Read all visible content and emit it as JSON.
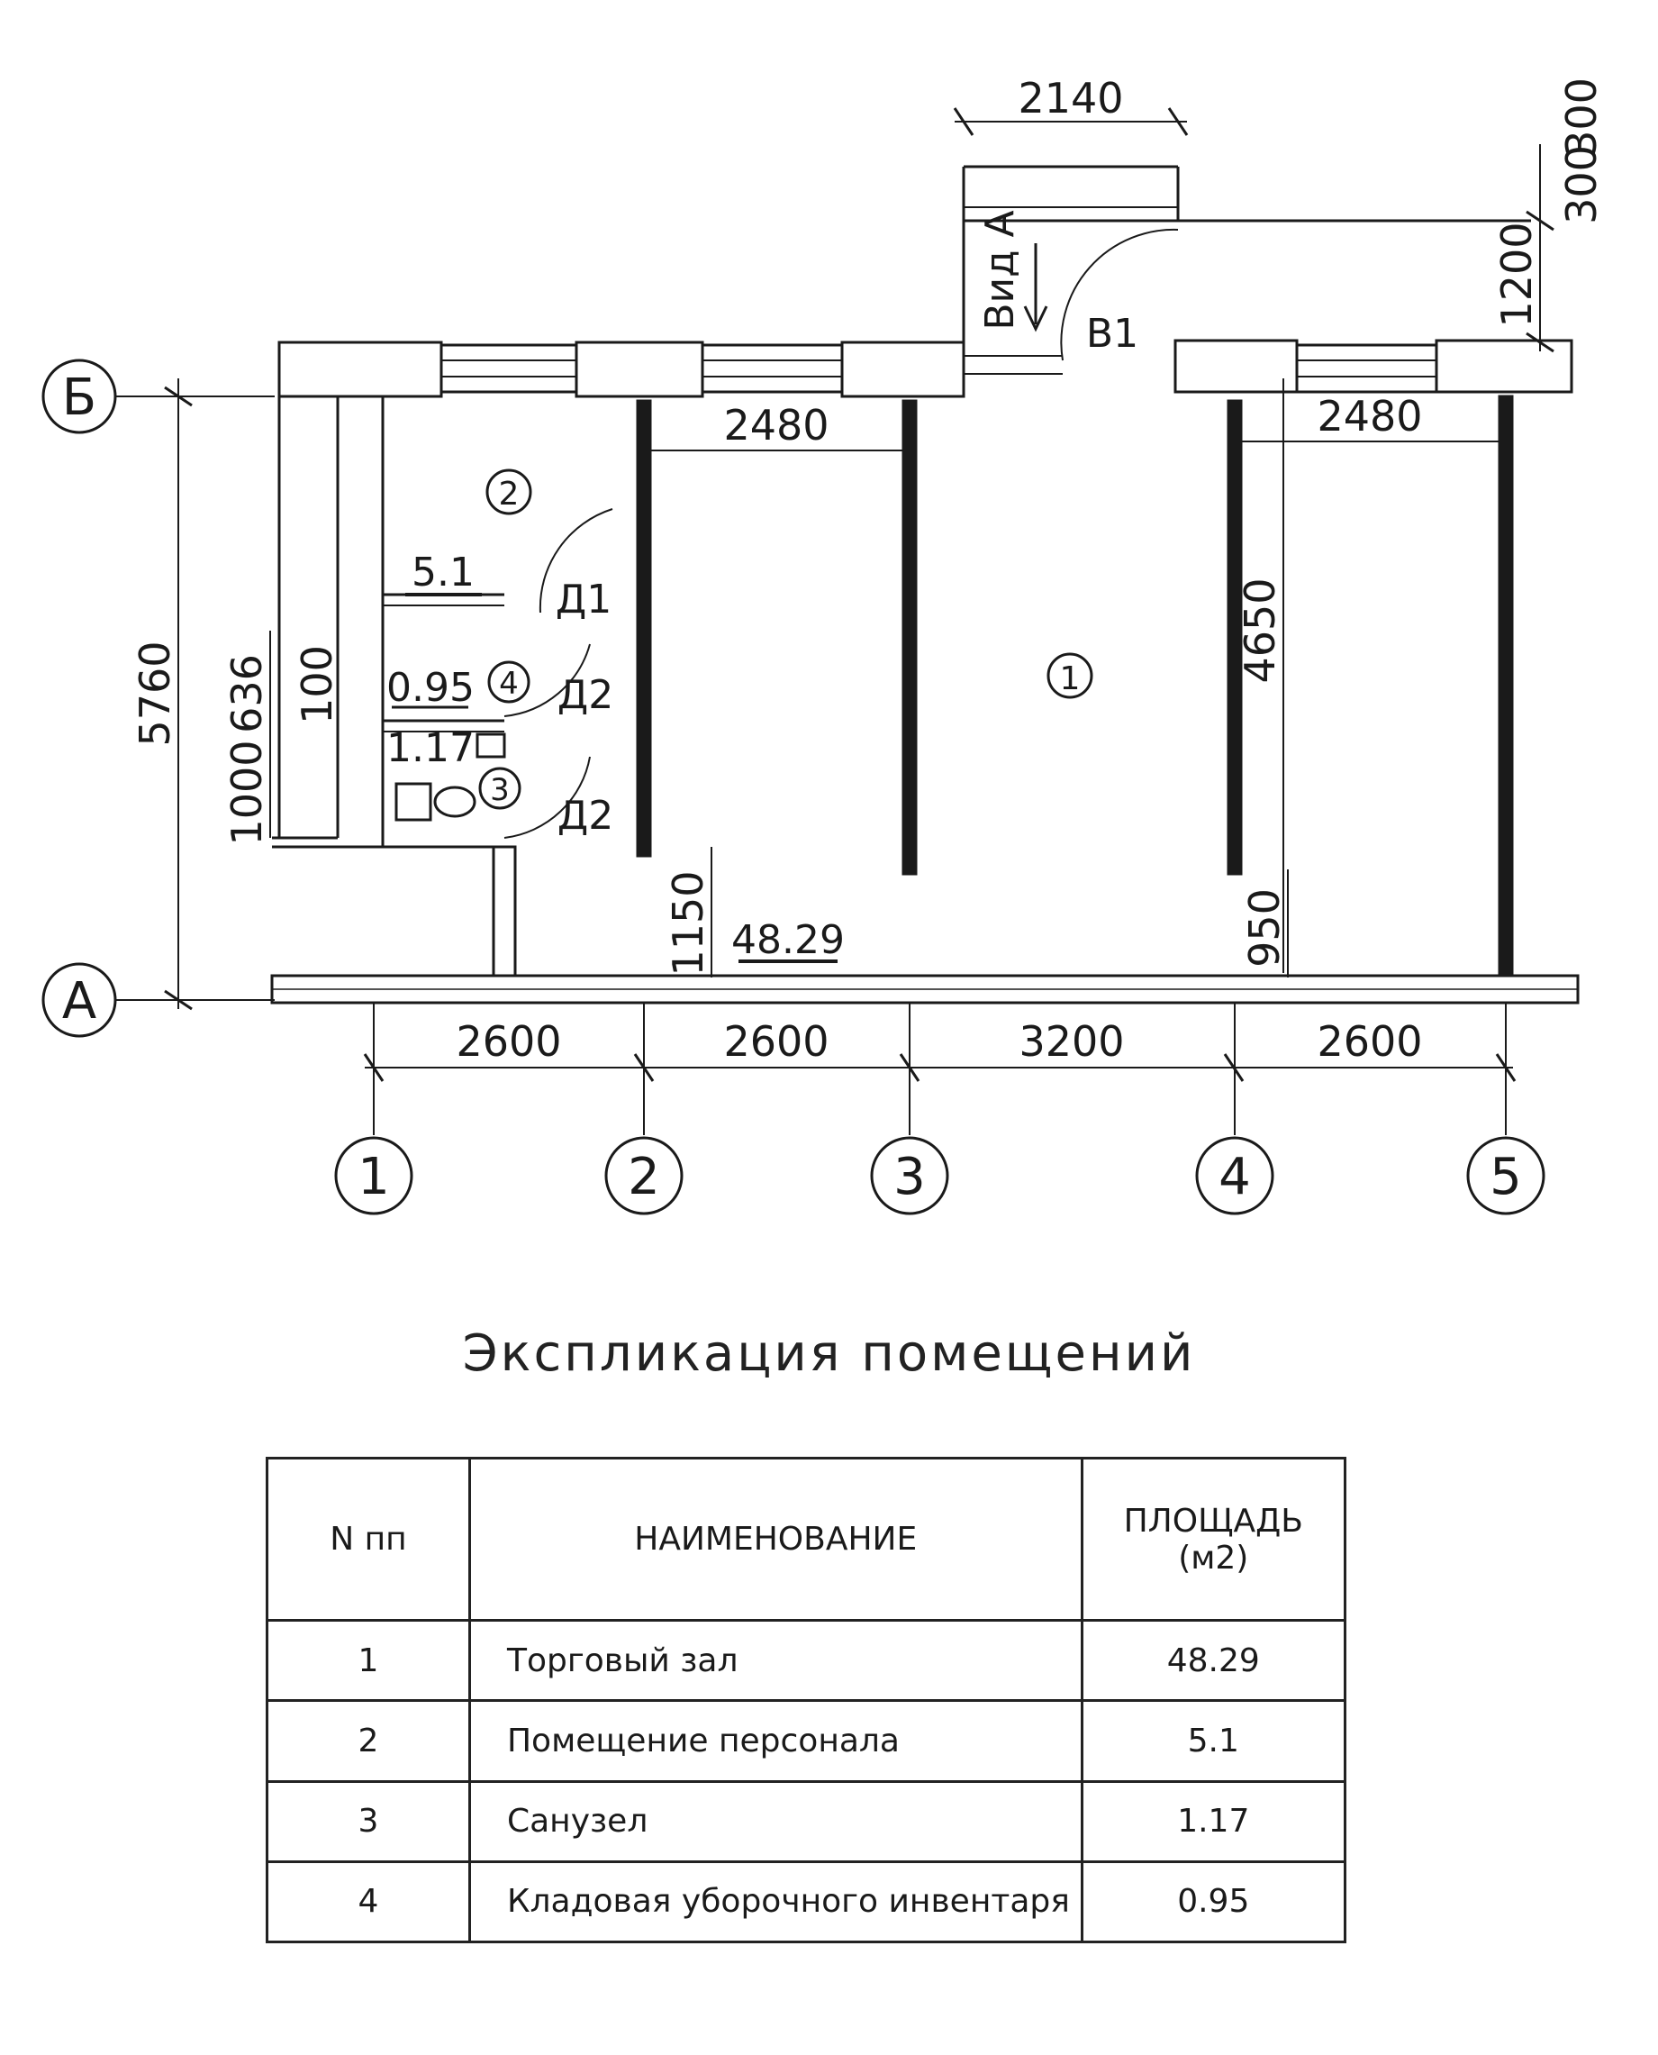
{
  "plan": {
    "axes_letters": [
      "Б",
      "А"
    ],
    "axes_numbers": [
      "1",
      "2",
      "3",
      "4",
      "5"
    ],
    "dimensions": {
      "bottom_spans": [
        "2600",
        "2600",
        "3200",
        "2600"
      ],
      "entrance_width": "2140",
      "top_right_a": "300",
      "top_right_b": "300",
      "top_right_c": "1200",
      "left_total": "5760",
      "left_1000": "1000",
      "left_636": "636",
      "left_100": "100",
      "span_2480_left": "2480",
      "span_2480_right": "2480",
      "height_4650": "4650",
      "height_1150": "1150",
      "height_950": "950"
    },
    "view_label": "Вид А",
    "door_labels": {
      "d1": "Д1",
      "d2a": "Д2",
      "d2b": "Д2",
      "v1": "В1"
    },
    "room_markers": [
      "1",
      "2",
      "3",
      "4"
    ],
    "room_areas": {
      "r1": "48.29",
      "r2": "5.1",
      "r3": "1.17",
      "r4": "0.95"
    }
  },
  "explication": {
    "title": "Экспликация помещений",
    "headers": {
      "num": "N пп",
      "name": "НАИМЕНОВАНИЕ",
      "area_line1": "ПЛОЩАДЬ",
      "area_line2": "(м2)"
    },
    "rows": [
      {
        "num": "1",
        "name": "Торговый зал",
        "area": "48.29"
      },
      {
        "num": "2",
        "name": "Помещение персонала",
        "area": "5.1"
      },
      {
        "num": "3",
        "name": "Санузел",
        "area": "1.17"
      },
      {
        "num": "4",
        "name": "Кладовая уборочного инвентаря",
        "area": "0.95"
      }
    ]
  }
}
